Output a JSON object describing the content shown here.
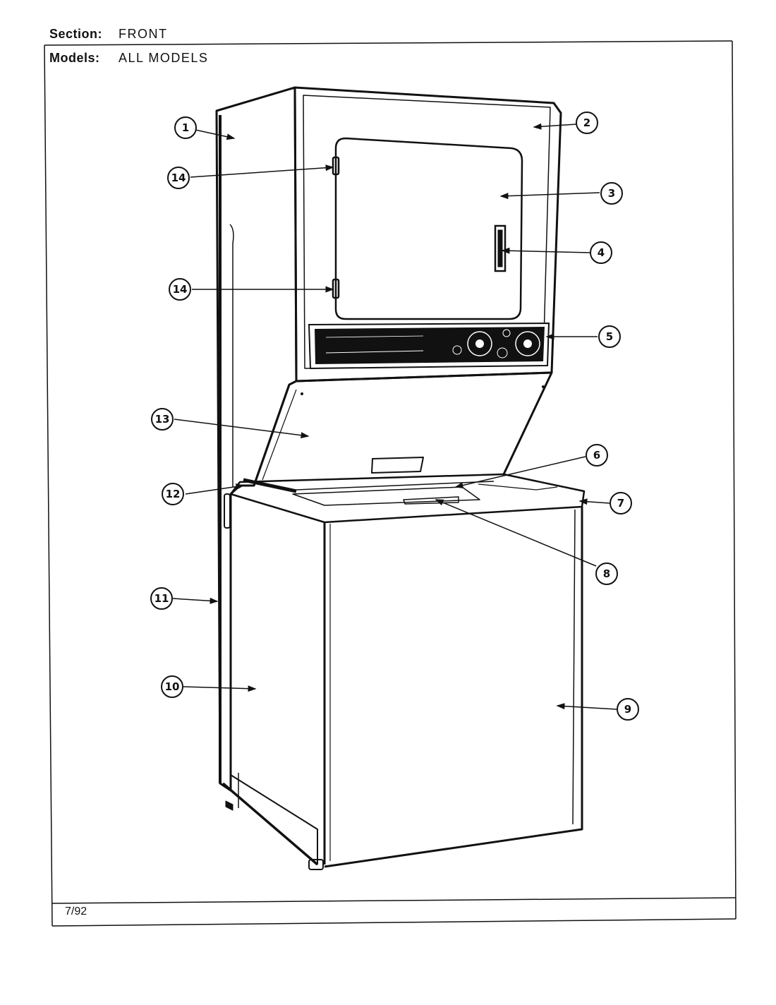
{
  "header": {
    "section_label": "Section:",
    "section_value": "FRONT",
    "models_label": "Models:",
    "models_value": "ALL MODELS"
  },
  "footer": {
    "date": "7/92"
  },
  "callouts": [
    "1",
    "2",
    "3",
    "4",
    "5",
    "6",
    "7",
    "8",
    "9",
    "10",
    "11",
    "12",
    "13",
    "14",
    "14"
  ]
}
